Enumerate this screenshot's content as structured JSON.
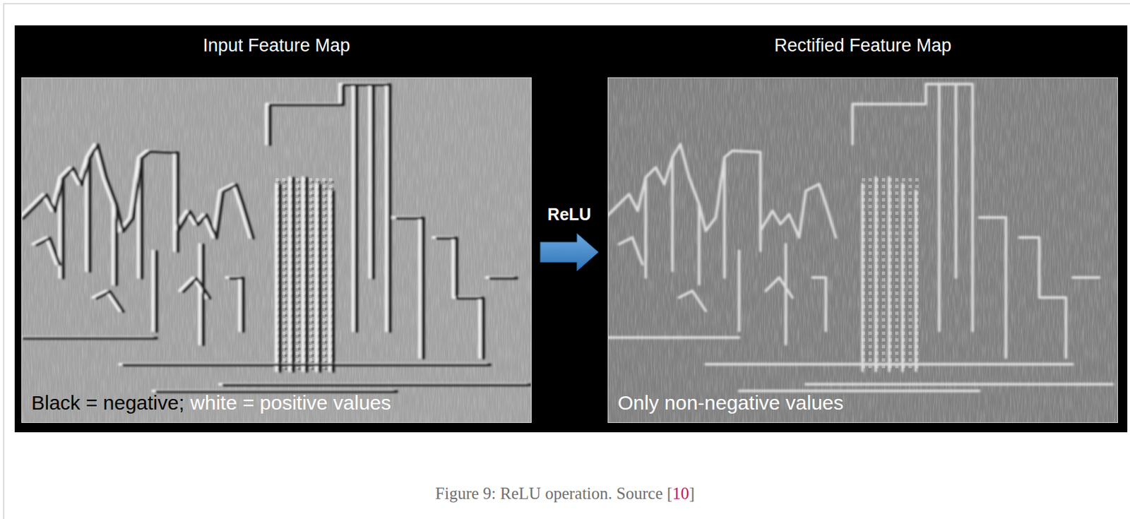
{
  "diagram": {
    "caption": "Figure 9: ReLU operation. Source [10]",
    "nodes": [
      {
        "text": [
          "Input Feature Map",
          "Black = negative;",
          "white = positive values"
        ]
      },
      {
        "text": [
          "Rectified Feature Map",
          "Only non-negative values"
        ]
      }
    ],
    "edges": [
      {
        "from": 0,
        "to": 1,
        "label": "ReLU",
        "arrow": "to"
      }
    ]
  }
}
